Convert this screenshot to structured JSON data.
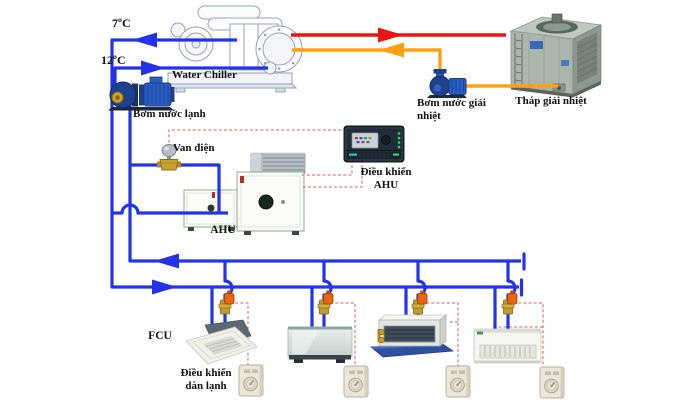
{
  "diagram": {
    "labels": {
      "supply_temp": "7ºC",
      "return_temp": "12ºC",
      "water_chiller": "Water Chiller",
      "chilled_water_pump": "Bơm nước lạnh",
      "electric_valve": "Van điện",
      "ahu_controller": "Điều khiển AHU",
      "ahu": "AHU",
      "condenser_water_pump": "Bơm nước giải nhiệt",
      "cooling_tower": "Tháp giải nhiệt",
      "fcu": "FCU",
      "indoor_unit_controller": "Điều khiển dàn lạnh"
    },
    "colors": {
      "chilled-pipe": "#2334e8",
      "hot-pipe": "#ec1411",
      "condenser-pipe": "#ffa012",
      "control-wire": "#e07f7c",
      "label-text": "#101010"
    }
  }
}
